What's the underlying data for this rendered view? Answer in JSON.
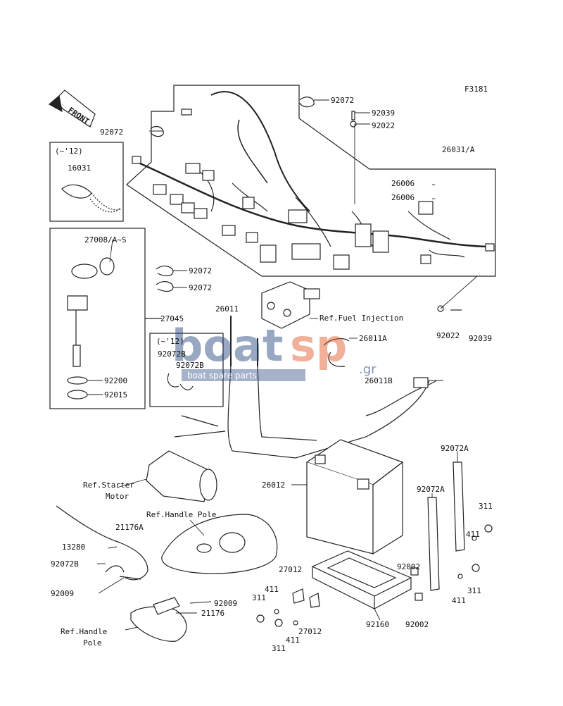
{
  "figure_code": "F3181",
  "front_label": "FRONT",
  "variant_note": "(~'12)",
  "variant_note_2": "(~'12)",
  "watermark": {
    "brand_a": "boat",
    "brand_b": "sp",
    "suffix": ".gr",
    "tagline": "boat spare parts"
  },
  "labels": {
    "p92072_top": "92072",
    "p92072_left": "92072",
    "p92039_top": "92039",
    "p92022_top": "92022",
    "p26031": "26031/A",
    "p26006_a": "26006",
    "p26006_b": "26006",
    "p16031": "16031",
    "p27008": "27008/A~S",
    "p92072_c1": "92072",
    "p92072_c2": "92072",
    "p26011": "26011",
    "ref_fuel": "Ref.Fuel Injection",
    "p27045": "27045",
    "p26011A": "26011A",
    "p92022_r": "92022",
    "p92039_r": "92039",
    "p92072B_a": "92072B",
    "p92072B_b": "92072B",
    "p92200": "92200",
    "p92015": "92015",
    "p26011B": "26011B",
    "ref_starter_1": "Ref.Starter",
    "ref_starter_2": "Motor",
    "p26012": "26012",
    "p92072A_a": "92072A",
    "p92072A_b": "92072A",
    "ref_handle_top": "Ref.Handle Pole",
    "p21176A": "21176A",
    "p13280": "13280",
    "p92072B_c": "92072B",
    "p92009_a": "92009",
    "p92009_b": "92009",
    "p21176": "21176",
    "ref_handle_b1": "Ref.Handle",
    "ref_handle_b2": "Pole",
    "p311_a": "311",
    "p411_a": "411",
    "p92002_a": "92002",
    "p411_b": "411",
    "p311_b": "311",
    "p92002_b": "92002",
    "p27012_a": "27012",
    "p411_c": "411",
    "p311_c": "311",
    "p411_d": "411",
    "p27012_b": "27012",
    "p311_d": "311",
    "p92160": "92160"
  }
}
